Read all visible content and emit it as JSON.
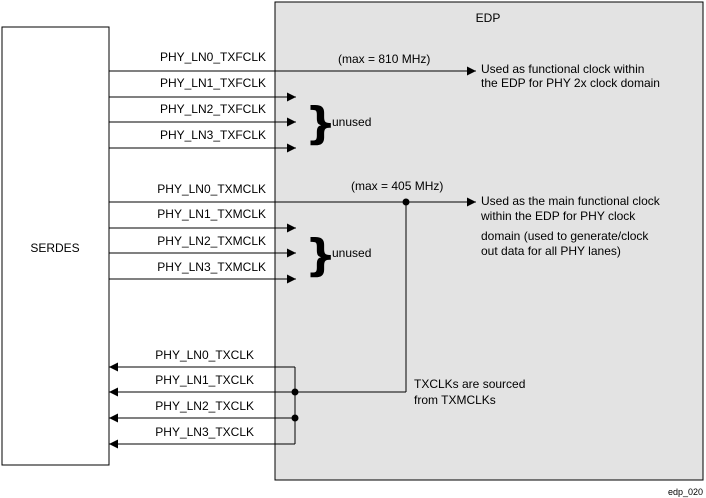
{
  "blocks": {
    "serdes": "SERDES",
    "edp": "EDP"
  },
  "txfclk": {
    "signals": [
      "PHY_LN0_TXFCLK",
      "PHY_LN1_TXFCLK",
      "PHY_LN2_TXFCLK",
      "PHY_LN3_TXFCLK"
    ],
    "max": "(max = 810 MHz)",
    "unused": "unused",
    "desc": [
      "Used as functional clock within",
      "the EDP for PHY 2x clock domain"
    ]
  },
  "txmclk": {
    "signals": [
      "PHY_LN0_TXMCLK",
      "PHY_LN1_TXMCLK",
      "PHY_LN2_TXMCLK",
      "PHY_LN3_TXMCLK"
    ],
    "max": "(max = 405 MHz)",
    "unused": "unused",
    "desc": [
      "Used as the main functional clock",
      "within the EDP for PHY clock",
      "domain (used to generate/clock",
      "out data for all PHY lanes)"
    ]
  },
  "txclk": {
    "signals": [
      "PHY_LN0_TXCLK",
      "PHY_LN1_TXCLK",
      "PHY_LN2_TXCLK",
      "PHY_LN3_TXCLK"
    ],
    "note": [
      "TXCLKs are sourced",
      "from TXMCLKs"
    ]
  },
  "figure_id": "edp_020",
  "colors": {
    "edp_fill": "#e3e3e3",
    "line": "#000000"
  }
}
